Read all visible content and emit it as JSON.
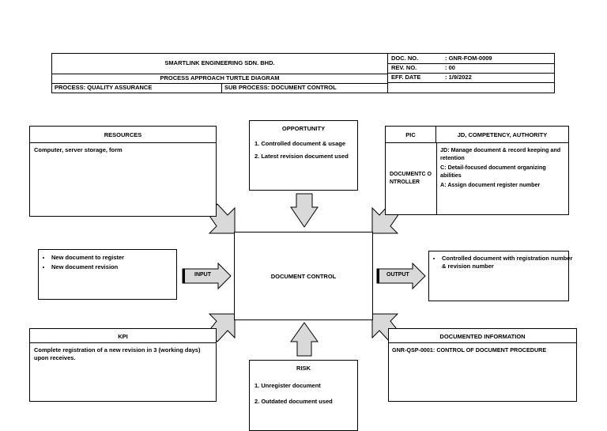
{
  "header": {
    "company": "SMARTLINK ENGINEERING SDN. BHD.",
    "diagram_title": "PROCESS APPROACH TURTLE DIAGRAM",
    "process": "PROCESS: QUALITY ASSURANCE",
    "sub_process": "SUB PROCESS: DOCUMENT CONTROL",
    "doc_no_label": "DOC. NO.",
    "doc_no_value": ": GNR-FOM-0009",
    "rev_no_label": "REV. NO.",
    "rev_no_value": ": 00",
    "eff_date_label": "EFF. DATE",
    "eff_date_value": ": 1/9/2022"
  },
  "resources": {
    "title": "RESOURCES",
    "text": "Computer, server storage, form"
  },
  "opportunity": {
    "title": "OPPORTUNITY",
    "items": [
      "1. Controlled document & usage",
      "2. Latest revision document used"
    ]
  },
  "pic": {
    "title_left": "PIC",
    "title_right": "JD, COMPETENCY, AUTHORITY",
    "pic_name": "DOCUMENTC ONTROLLER",
    "lines": [
      "JD: Manage document & record keeping and retention",
      "C: Detail-focused document organizing abilities",
      "A: Assign document register number"
    ]
  },
  "input": {
    "label": "INPUT",
    "items": [
      "New document to register",
      "New document revision"
    ]
  },
  "center": {
    "label": "DOCUMENT CONTROL"
  },
  "output": {
    "label": "OUTPUT",
    "items": [
      "Controlled document with registration number & revision number"
    ]
  },
  "kpi": {
    "title": "KPI",
    "text": "Complete registration of a new revision in 3 (working days) upon receives."
  },
  "risk": {
    "title": "RISK",
    "items": [
      "1. Unregister document",
      "2. Outdated document used"
    ]
  },
  "documented_info": {
    "title": "DOCUMENTED INFORMATION",
    "text": "GNR-QSP-0001: CONTROL OF DOCUMENT PROCEDURE"
  }
}
